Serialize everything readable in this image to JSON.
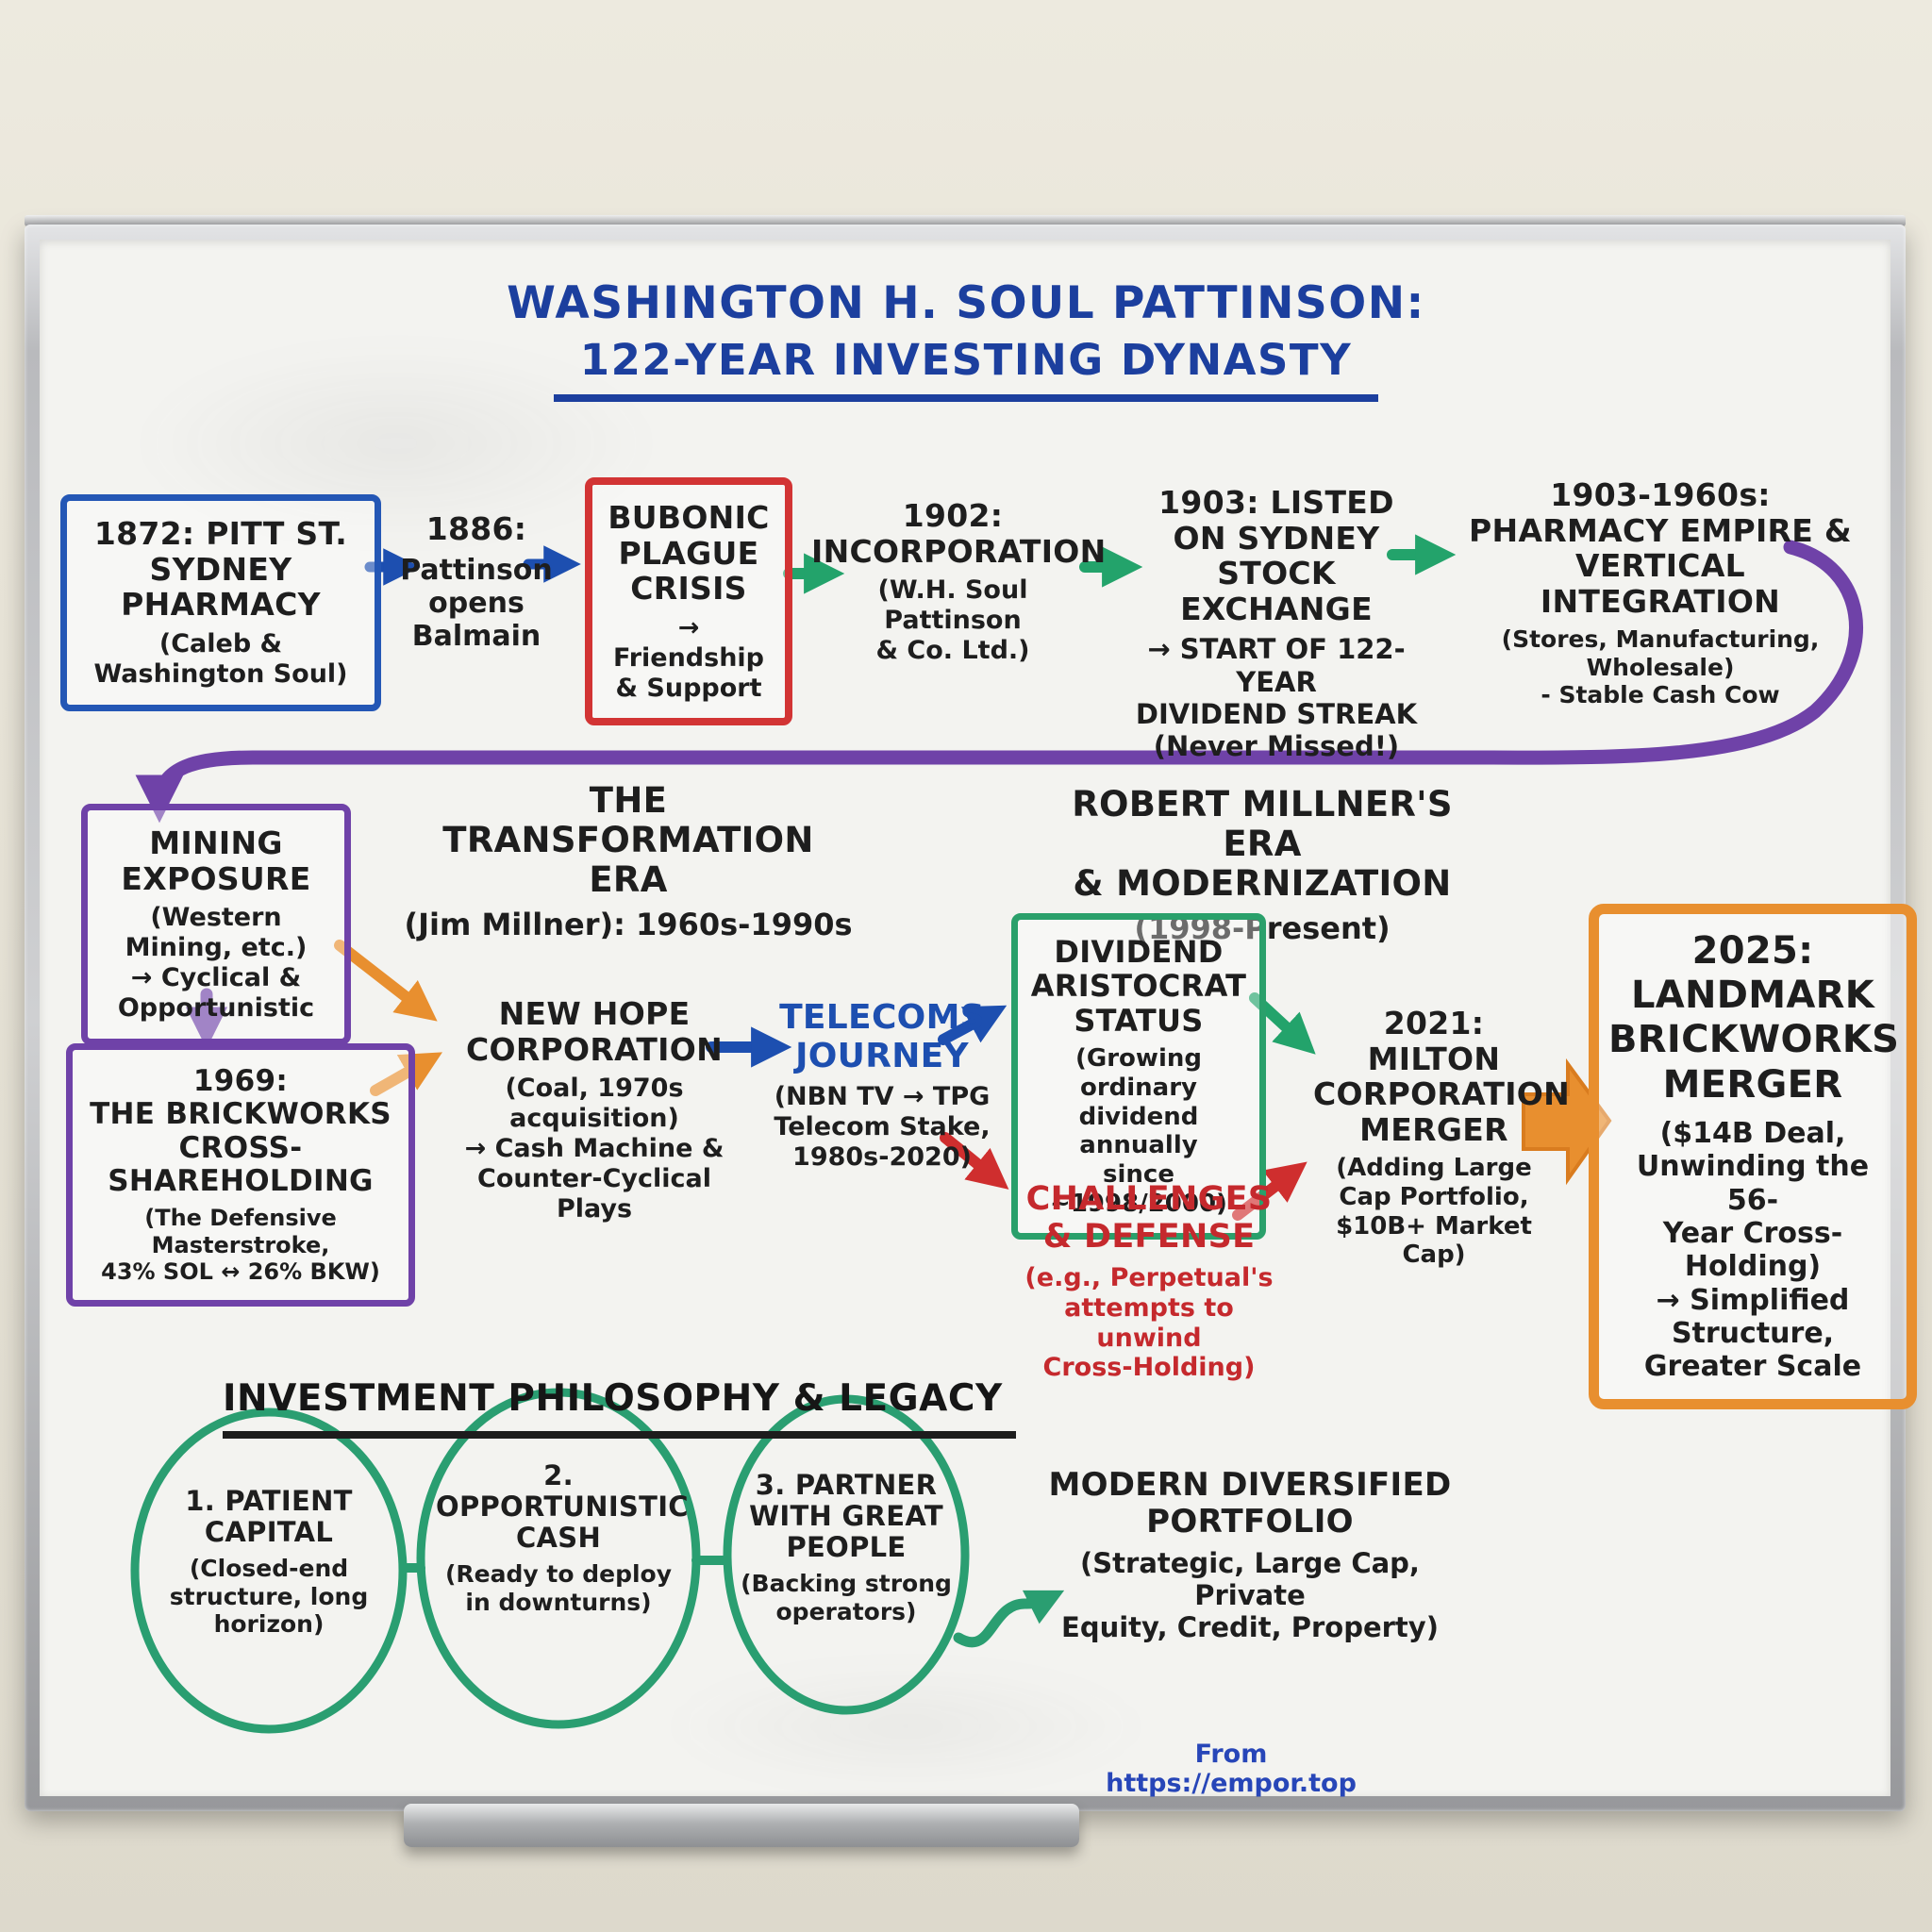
{
  "colors": {
    "marker_blue": "#1d4fb0",
    "marker_green": "#23a36b",
    "marker_red": "#cf2e2e",
    "marker_purple": "#6f42a8",
    "marker_orange": "#e88f2f",
    "marker_teal": "#2a9e71",
    "marker_black": "#1e1e1e",
    "title_blue": "#1c3f9e"
  },
  "title": {
    "line1": "WASHINGTON H. SOUL PATTINSON:",
    "line2": "122-YEAR INVESTING DYNASTY"
  },
  "nodes": {
    "pharmacy1872": {
      "title": "1872: PITT ST.\nSYDNEY PHARMACY",
      "sub": "(Caleb & Washington Soul)"
    },
    "balmain1886": {
      "title": "1886:",
      "sub": "Pattinson\nopens Balmain"
    },
    "plague": {
      "title": "BUBONIC\nPLAGUE\nCRISIS",
      "sub": "→ Friendship\n& Support"
    },
    "incorporation1902": {
      "title": "1902:\nINCORPORATION",
      "sub": "(W.H. Soul Pattinson\n& Co. Ltd.)"
    },
    "listed1903": {
      "title": "1903: LISTED\nON SYDNEY\nSTOCK EXCHANGE",
      "sub": "→ START OF 122-YEAR\nDIVIDEND STREAK\n(Never Missed!)"
    },
    "pharmacyEmpire": {
      "title": "1903-1960s:\nPHARMACY EMPIRE &\nVERTICAL INTEGRATION",
      "sub": "(Stores, Manufacturing, Wholesale)\n- Stable Cash Cow"
    },
    "transformationEra": {
      "title": "THE TRANSFORMATION ERA",
      "sub": "(Jim Millner): 1960s-1990s"
    },
    "millnerEra": {
      "title": "ROBERT MILLNER'S ERA\n& MODERNIZATION",
      "sub": "(1998-Present)"
    },
    "mining": {
      "title": "MINING\nEXPOSURE",
      "sub": "(Western Mining, etc.)\n→ Cyclical &\nOpportunistic"
    },
    "brickworks1969": {
      "title": "1969:\nTHE BRICKWORKS\nCROSS-SHAREHOLDING",
      "sub": "(The Defensive Masterstroke,\n43% SOL ↔ 26% BKW)"
    },
    "newHope": {
      "title": "NEW HOPE\nCORPORATION",
      "sub": "(Coal, 1970s acquisition)\n→ Cash Machine &\nCounter-Cyclical\nPlays"
    },
    "telecoms": {
      "title": "TELECOMS\nJOURNEY",
      "sub": "(NBN TV → TPG\nTelecom Stake,\n1980s-2020)"
    },
    "dividendAristocrat": {
      "title": "DIVIDEND\nARISTOCRAT\nSTATUS",
      "sub": "(Growing ordinary\ndividend annually\nsince ~1998/2000)"
    },
    "challenges": {
      "title": "CHALLENGES\n& DEFENSE",
      "sub": "(e.g., Perpetual's\nattempts to unwind\nCross-Holding)"
    },
    "milton2021": {
      "title": "2021:\nMILTON\nCORPORATION\nMERGER",
      "sub": "(Adding Large\nCap Portfolio,\n$10B+ Market Cap)"
    },
    "brickworks2025": {
      "title": "2025:\nLANDMARK\nBRICKWORKS\nMERGER",
      "sub": "($14B Deal,\nUnwinding the 56-\nYear Cross-Holding)\n→ Simplified\nStructure,\nGreater Scale"
    }
  },
  "philosophy": {
    "heading": "INVESTMENT PHILOSOPHY & LEGACY",
    "circles": [
      {
        "title": "1. PATIENT\nCAPITAL",
        "sub": "(Closed-end\nstructure, long\nhorizon)"
      },
      {
        "title": "2.\nOPPORTUNISTIC\nCASH",
        "sub": "(Ready to deploy\nin downturns)"
      },
      {
        "title": "3. PARTNER\nWITH GREAT\nPEOPLE",
        "sub": "(Backing strong\noperators)"
      }
    ],
    "portfolio": {
      "title": "MODERN DIVERSIFIED\nPORTFOLIO",
      "sub": "(Strategic, Large Cap, Private\nEquity, Credit, Property)"
    }
  },
  "source": "From https://empor.top"
}
